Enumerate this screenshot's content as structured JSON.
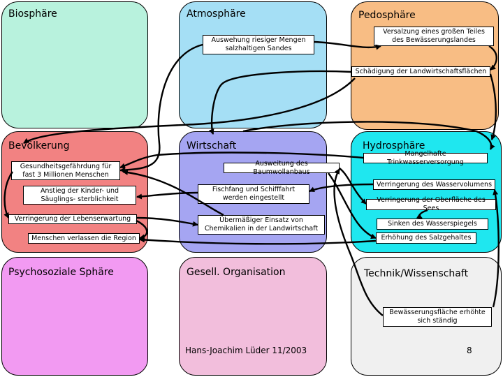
{
  "colors": {
    "biosphaere": "#b8f2dd",
    "atmosphaere": "#a5dff5",
    "pedosphaere": "#f8bd84",
    "bevoelkerung": "#f28282",
    "wirtschaft": "#a5a5f2",
    "hydrosphaere": "#1fe7ef",
    "psychosoziale": "#f29af2",
    "gesell": "#f2bedc",
    "technik": "#f0f0f0"
  },
  "spheres": {
    "biosphaere": "Biosphäre",
    "atmosphaere": "Atmosphäre",
    "pedosphaere": "Pedosphäre",
    "bevoelkerung": "Bevölkerung",
    "wirtschaft": "Wirtschaft",
    "hydrosphaere": "Hydrosphäre",
    "psychosoziale": "Psychosoziale Sphäre",
    "gesell": "Gesell. Organisation",
    "technik": "Technik/Wissenschaft"
  },
  "nodes": {
    "auswehung": "Auswehung riesiger Mengen salzhaltigen Sandes",
    "versalzung": "Versalzung eines großen Teiles des Bewässerungslandes",
    "schaedigung": "Schädigung der Landwirtschaftsflächen",
    "gesundheit": "Gesundheitsgefährdung für fast 3 Millionen Menschen",
    "anstieg": "Anstieg der Kinder- und Säuglings- sterblichkeit",
    "lebenserwartung": "Verringerung der Lebenserwartung",
    "menschen": "Menschen verlassen die Region",
    "baumwolle": "Ausweitung des Baumwollanbaus",
    "fischfang": "Fischfang und Schifffahrt werden eingestellt",
    "chemikalien": "Übermäßiger Einsatz von Chemikalien in der Landwirtschaft",
    "trinkwasser": "Mangelhafte Trinkwasserversorgung",
    "wasservolumen": "Verringerung des Wasservolumens",
    "oberflaeche": "Verringerung der Oberfläche des Sees",
    "wasserspiegel": "Sinken des Wasserspiegels",
    "salzgehalt": "Erhöhung des Salzgehaltes",
    "bewaesserung": "Bewässerungsfläche erhöhte sich ständig"
  },
  "footer": {
    "author": "Hans-Joachim Lüder  11/2003",
    "page": "8"
  }
}
